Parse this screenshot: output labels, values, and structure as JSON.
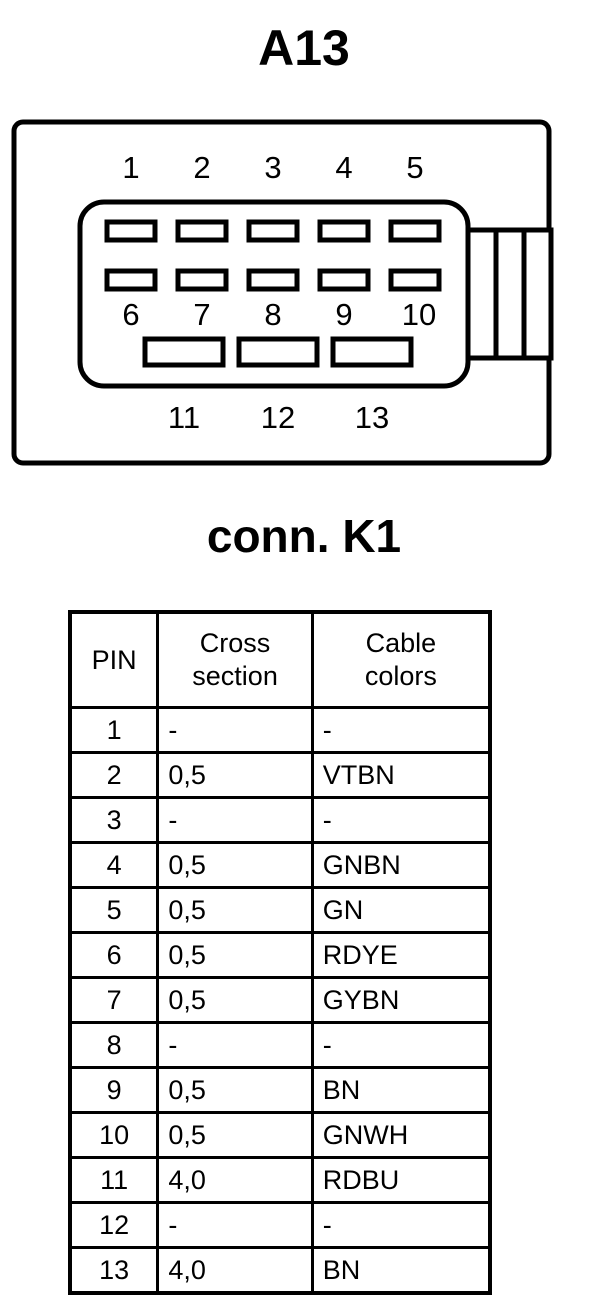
{
  "title": "A13",
  "subtitle": "conn. K1",
  "connector": {
    "top_pin_labels": [
      "1",
      "2",
      "3",
      "4",
      "5"
    ],
    "middle_pin_labels": [
      "6",
      "7",
      "8",
      "9",
      "10"
    ],
    "bottom_pin_labels": [
      "11",
      "12",
      "13"
    ],
    "line_color": "#000000",
    "fill_color": "#ffffff"
  },
  "table": {
    "headers": [
      "PIN",
      "Cross section",
      "Cable colors"
    ],
    "header_lines": [
      [
        "PIN"
      ],
      [
        "Cross",
        "section"
      ],
      [
        "Cable",
        "colors"
      ]
    ],
    "rows": [
      {
        "pin": "1",
        "cross_section": "-",
        "cable_colors": "-"
      },
      {
        "pin": "2",
        "cross_section": "0,5",
        "cable_colors": "VTBN"
      },
      {
        "pin": "3",
        "cross_section": "-",
        "cable_colors": "-"
      },
      {
        "pin": "4",
        "cross_section": "0,5",
        "cable_colors": "GNBN"
      },
      {
        "pin": "5",
        "cross_section": "0,5",
        "cable_colors": "GN"
      },
      {
        "pin": "6",
        "cross_section": "0,5",
        "cable_colors": "RDYE"
      },
      {
        "pin": "7",
        "cross_section": "0,5",
        "cable_colors": "GYBN"
      },
      {
        "pin": "8",
        "cross_section": "-",
        "cable_colors": "-"
      },
      {
        "pin": "9",
        "cross_section": "0,5",
        "cable_colors": "BN"
      },
      {
        "pin": "10",
        "cross_section": "0,5",
        "cable_colors": "GNWH"
      },
      {
        "pin": "11",
        "cross_section": "4,0",
        "cable_colors": "RDBU"
      },
      {
        "pin": "12",
        "cross_section": "-",
        "cable_colors": "-"
      },
      {
        "pin": "13",
        "cross_section": "4,0",
        "cable_colors": "BN"
      }
    ]
  }
}
